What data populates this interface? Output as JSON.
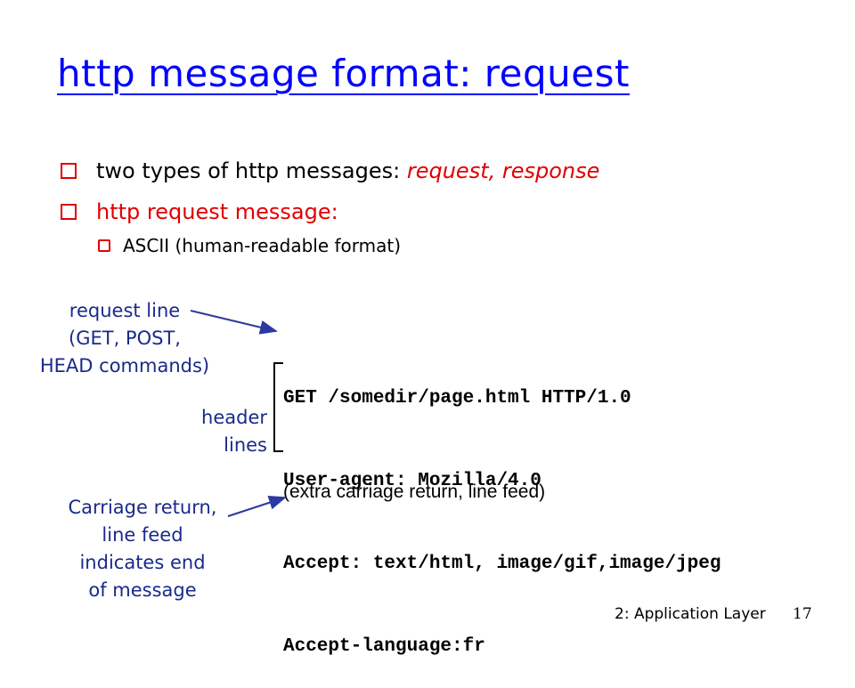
{
  "title": "http message format: request",
  "bullets": {
    "b1_prefix": "two types of http messages: ",
    "b1_emph": "request, response",
    "b2": "http request message:",
    "sub1": "ASCII (human-readable format)"
  },
  "callouts": {
    "request_line": [
      "request line",
      "(GET, POST,",
      "HEAD commands)"
    ],
    "header_lines": [
      "header",
      "lines"
    ],
    "crlf": [
      "Carriage return,",
      "line feed",
      "indicates end",
      "of message"
    ]
  },
  "request": {
    "lines": [
      "GET /somedir/page.html HTTP/1.0",
      "User-agent: Mozilla/4.0",
      "Accept: text/html, image/gif,image/jpeg",
      "Accept-language:fr"
    ],
    "extra": "(extra carriage return, line feed)"
  },
  "footer": {
    "label": "2: Application Layer",
    "page": "17"
  },
  "colors": {
    "title": "#0000ff",
    "emphasis": "#e00000",
    "callout": "#1a2a8a",
    "arrow": "#2a3aa0"
  }
}
